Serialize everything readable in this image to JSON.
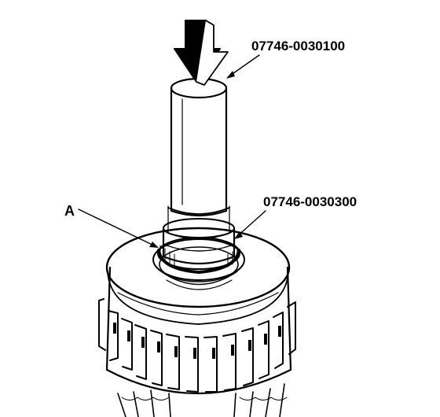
{
  "labels": {
    "tool_upper": "07746-0030100",
    "tool_lower": "07746-0030300",
    "part": "A"
  },
  "colors": {
    "ink": "#000000",
    "paper": "#ffffff"
  }
}
